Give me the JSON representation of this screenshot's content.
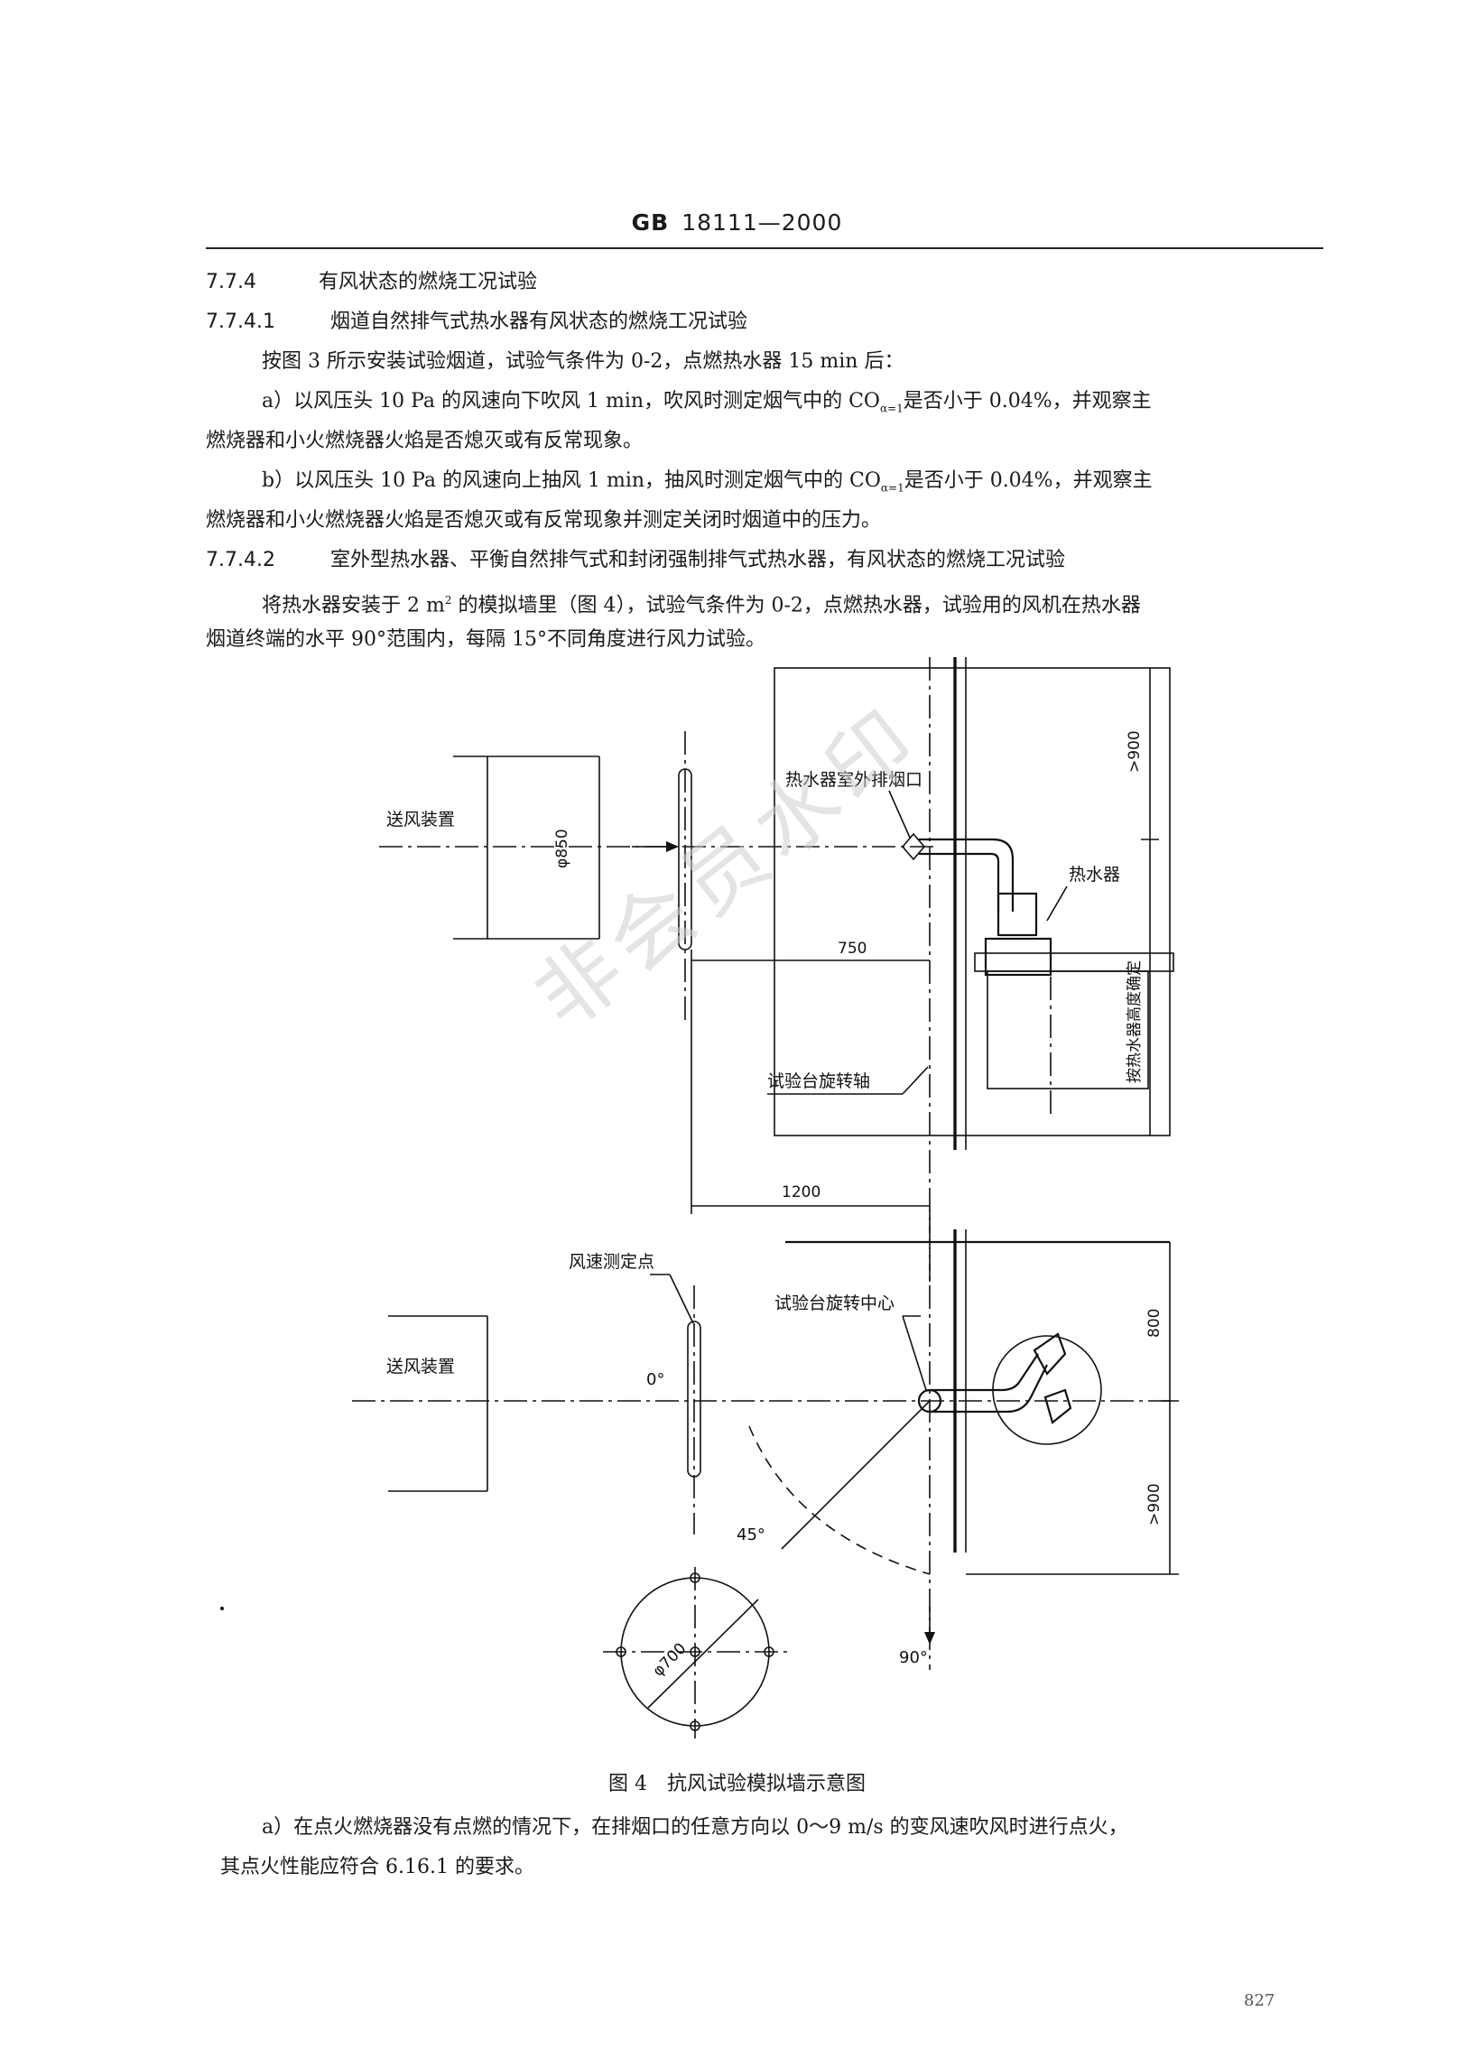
{
  "header": {
    "std_prefix": "GB",
    "std_number": "18111—2000"
  },
  "lines": [
    {
      "num": "7.7.4",
      "text": "有风状态的燃烧工况试验"
    },
    {
      "num": "7.7.4.1",
      "text": "烟道自然排气式热水器有风状态的燃烧工况试验"
    },
    {
      "text": "按图 3 所示安装试验烟道，试验气条件为 0-2，点燃热水器 15 min 后："
    },
    {
      "text": "a）以风压头 10 Pa 的风速向下吹风 1 min，吹风时测定烟气中的 CO",
      "sub": "α=1",
      "tail": "是否小于 0.04%，并观察主"
    },
    {
      "text": "燃烧器和小火燃烧器火焰是否熄灭或有反常现象。"
    },
    {
      "text": "b）以风压头 10 Pa 的风速向上抽风 1 min，抽风时测定烟气中的 CO",
      "sub": "α=1",
      "tail": "是否小于 0.04%，并观察主"
    },
    {
      "text": "燃烧器和小火燃烧器火焰是否熄灭或有反常现象并测定关闭时烟道中的压力。"
    },
    {
      "num": "7.7.4.2",
      "text": "室外型热水器、平衡自然排气式和封闭强制排气式热水器，有风状态的燃烧工况试验"
    },
    {
      "text": "将热水器安装于 2 m",
      "sup": "2",
      "tail": " 的模拟墙里（图 4），试验气条件为 0-2，点燃热水器，试验用的风机在热水器"
    },
    {
      "text": "烟道终端的水平 90°范围内，每隔 15°不同角度进行风力试验。"
    }
  ],
  "figure": {
    "label_fan_top": "送风装置",
    "label_fan_bottom": "送风装置",
    "label_outlet": "热水器室外排烟口",
    "label_heater": "热水器",
    "label_axis": "试验台旋转轴",
    "label_height": "按热水器高度确定",
    "label_speed_point": "风速测定点",
    "label_center": "试验台旋转中心",
    "dim_900_top": ">900",
    "dim_850": "φ850",
    "dim_750": "750",
    "dim_1200": "1200",
    "dim_800": "800",
    "dim_900_bottom": ">900",
    "dim_700": "φ700",
    "angle_0": "0°",
    "angle_45": "45°",
    "angle_90": "90°"
  },
  "caption": "图 4　抗风试验模拟墙示意图",
  "after": [
    "a）在点火燃烧器没有点燃的情况下，在排烟口的任意方向以 0～9 m/s 的变风速吹风时进行点火，",
    "其点火性能应符合 6.16.1 的要求。"
  ],
  "watermark": "非会员水印",
  "page_number": "827"
}
